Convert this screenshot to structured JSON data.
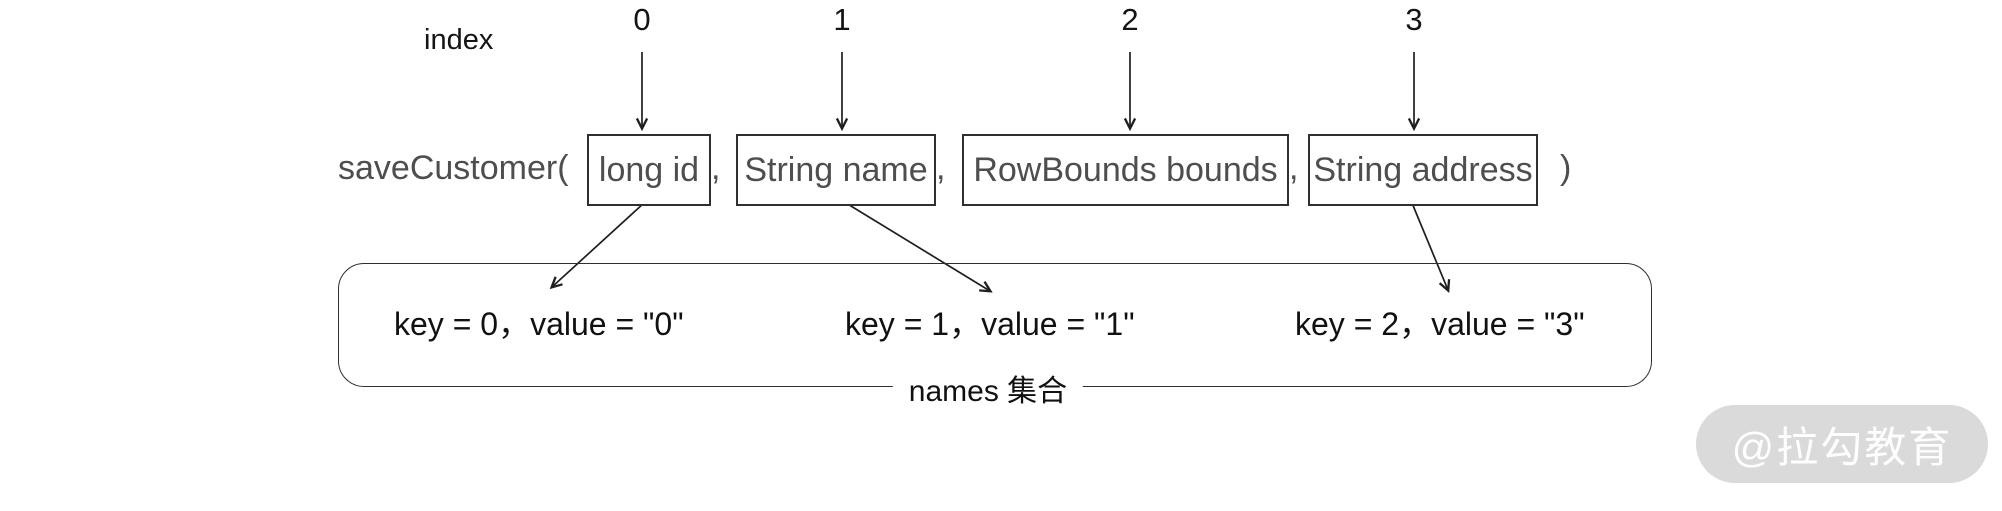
{
  "diagram": {
    "index_label": "index",
    "indices": [
      "0",
      "1",
      "2",
      "3"
    ],
    "method": {
      "prefix": "saveCustomer(",
      "params": [
        "long id",
        "String name",
        "RowBounds bounds",
        "String address"
      ],
      "separator": ",",
      "suffix": ")"
    },
    "collection": {
      "entries": [
        "key = 0，value = \"0\"",
        "key = 1，value = \"1\"",
        "key = 2，value = \"3\""
      ],
      "label": "names 集合"
    }
  },
  "watermark": {
    "text": "@拉勾教育",
    "pill_color": "#dadada",
    "text_color": "#fefefe"
  },
  "colors": {
    "background": "#ffffff",
    "text_primary": "#141414",
    "text_method": "#4e4e4e",
    "line": "#1f1f1f",
    "box_border": "#2f2f2f"
  }
}
